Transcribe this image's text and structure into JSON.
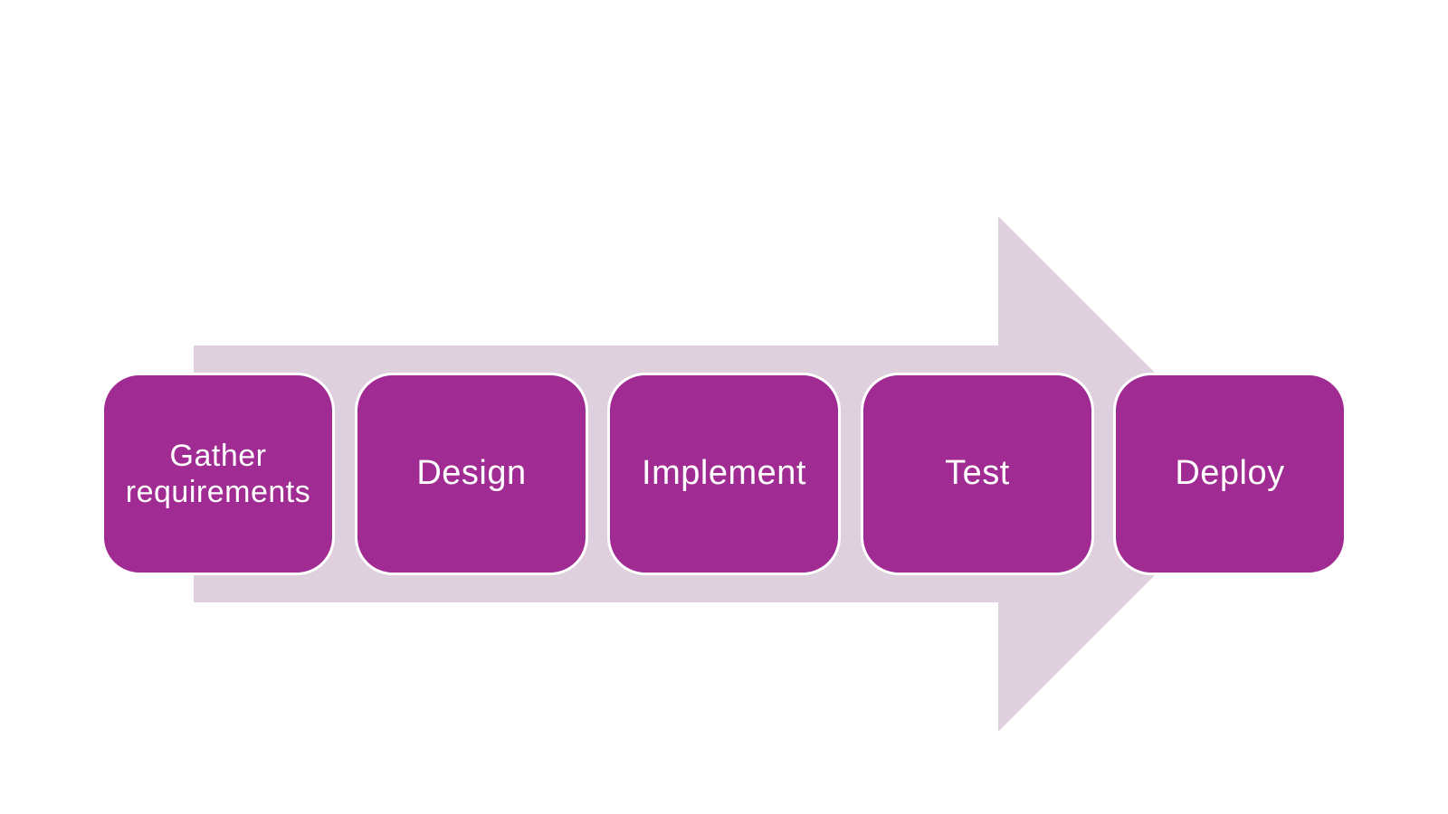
{
  "diagram": {
    "type": "process-flow",
    "direction": "left-to-right",
    "steps": [
      {
        "label": "Gather requirements"
      },
      {
        "label": "Design"
      },
      {
        "label": "Implement"
      },
      {
        "label": "Test"
      },
      {
        "label": "Deploy"
      }
    ]
  },
  "icons": {
    "background_shape": "right-arrow-icon"
  },
  "colors": {
    "canvas_bg": "#FFFFFF",
    "arrow_fill": "#DED1DD",
    "step_fill": "#A02B93",
    "step_border": "#FFFFFF",
    "step_text": "#FFFFFF"
  }
}
